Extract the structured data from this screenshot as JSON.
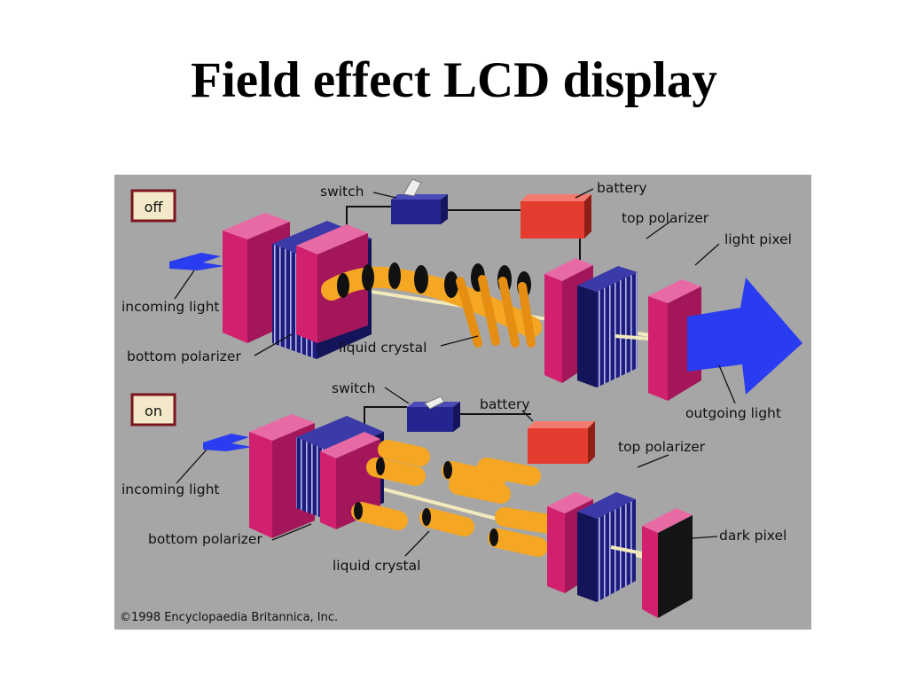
{
  "slide": {
    "title": "Field effect LCD display"
  },
  "diagram": {
    "off_panel": {
      "state": "off",
      "labels": {
        "switch": "switch",
        "battery": "battery",
        "top_polarizer": "top polarizer",
        "light_pixel": "light pixel",
        "incoming_light": "incoming light",
        "bottom_polarizer": "bottom polarizer",
        "liquid_crystal": "liquid crystal",
        "outgoing_light": "outgoing light"
      }
    },
    "on_panel": {
      "state": "on",
      "labels": {
        "switch": "switch",
        "battery": "battery",
        "top_polarizer": "top polarizer",
        "incoming_light": "incoming light",
        "bottom_polarizer": "bottom polarizer",
        "liquid_crystal": "liquid crystal",
        "dark_pixel": "dark pixel"
      }
    },
    "copyright": "©1998 Encyclopaedia Britannica, Inc.",
    "colors": {
      "background": "#a6a6a6",
      "plate": "#d1206e",
      "polarizer": "#1d1d80",
      "crystal": "#f5a623",
      "battery": "#e43d2f",
      "switch": "#25258f",
      "light_arrow": "#2a3cf0",
      "dark_pixel": "#141414"
    }
  }
}
